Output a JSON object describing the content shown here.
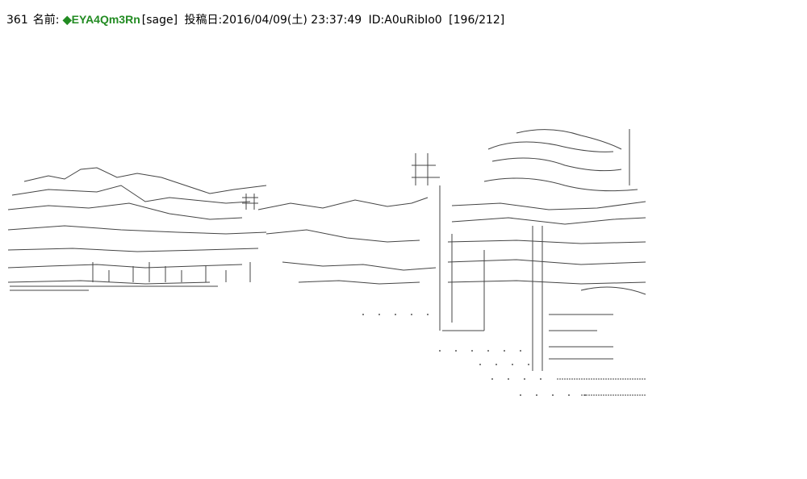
{
  "post": {
    "number": "361",
    "name_label": "名前:",
    "name": "◆EYA4Qm3Rn",
    "email": "[sage]",
    "date_label": "投稿日:",
    "date": "2016/04/09(土) 23:37:49",
    "id": "ID:A0uRibIo0",
    "count": "[196/212]"
  },
  "colors": {
    "name": "#228b22",
    "text": "#000000",
    "art": "#444444"
  },
  "art": {
    "description_icon": "ascii-art-landscape"
  }
}
